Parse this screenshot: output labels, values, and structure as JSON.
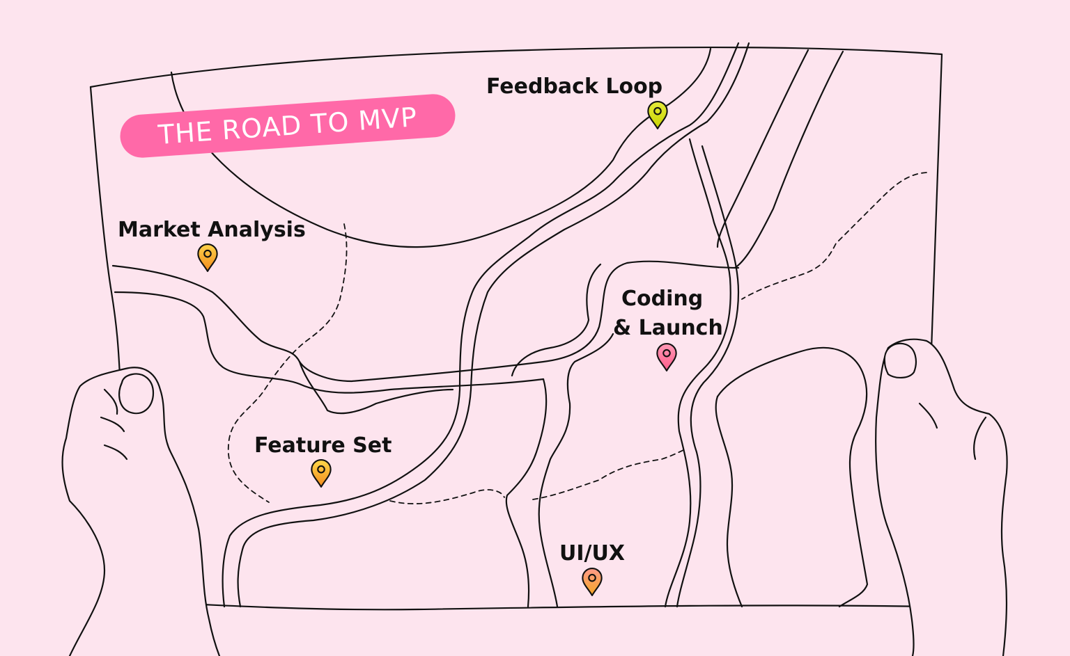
{
  "title": "THE ROAD TO MVP",
  "stops": {
    "feedback": "Feedback Loop",
    "market": "Market Analysis",
    "coding_line1": "Coding",
    "coding_line2": "& Launch",
    "feature": "Feature Set",
    "uiux": "UI/UX"
  },
  "colors": {
    "background": "#fde4ee",
    "badge": "#ff69a8",
    "pin_feedback": "#d9e020",
    "pin_market": "#f5a623",
    "pin_coding": "#ff6f9a",
    "pin_feature": "#f7b500",
    "pin_uiux": "#ff8a66"
  },
  "icons": [
    "map-pin-icon"
  ]
}
